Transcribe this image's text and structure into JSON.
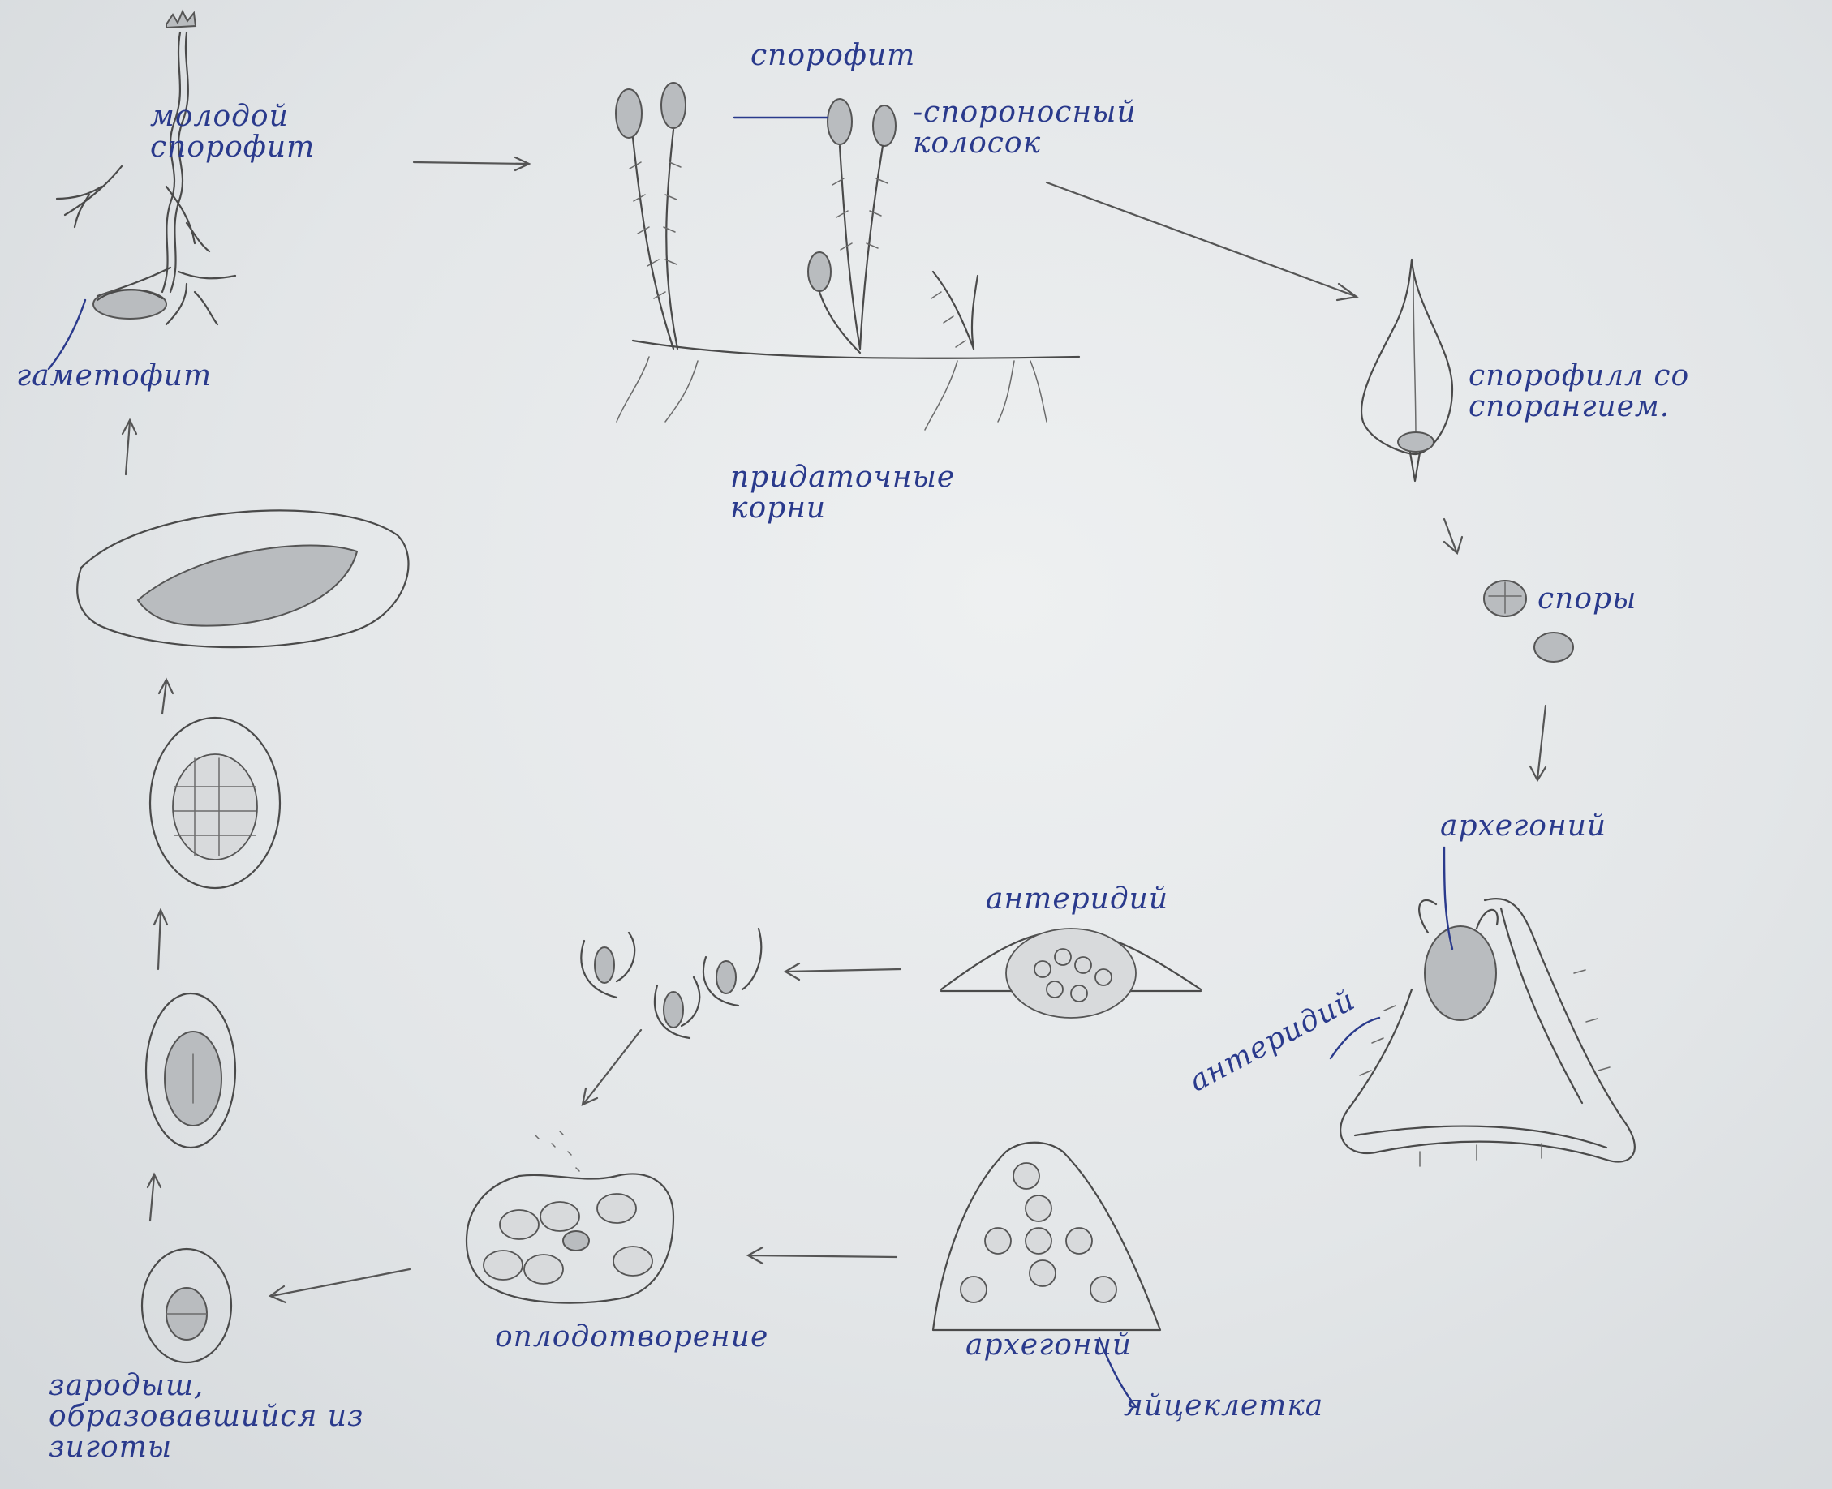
{
  "labels": {
    "young_sporophyte": "молодой спорофит",
    "gametophyte": "гаметофит",
    "sporophyte": "спорофит",
    "strobilus": "-спороносный колосок",
    "adventitious_roots": "придаточные корни",
    "sporophyll": "спорофилл со спорангием.",
    "spores": "споры",
    "archegonium_top": "архегоний",
    "antheridium_top": "антеридий",
    "antheridium_left": "антеридий",
    "fertilization": "оплодотворение",
    "archegonium_bottom": "архегоний",
    "egg_cell": "яйцеклетка",
    "embryo": "зародыш, образовавшийся из зиготы"
  },
  "colors": {
    "ink": "#2a3a8c",
    "pencil": "#4a4a4a",
    "paper": "#e6e9eb"
  }
}
